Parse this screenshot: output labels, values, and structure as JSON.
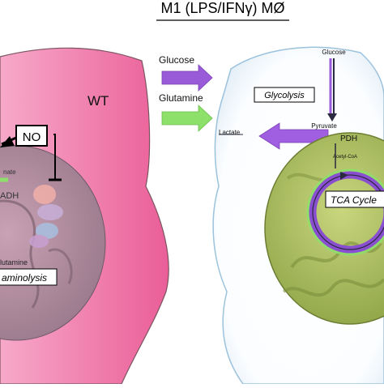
{
  "title": "M1 (LPS/IFNγ) MØ",
  "left_cell": {
    "label": "WT",
    "no_box": "NO",
    "partial_enzyme": "ADH",
    "partial_nate": "nate",
    "partial_glutamine": "lutamine",
    "partial_pathway": "aminolysis"
  },
  "inputs": {
    "glucose": "Glucose",
    "glutamine": "Glutamine"
  },
  "right_cell": {
    "glucose": "Glucose",
    "glycolysis": "Glycolysis",
    "pyruvate": "Pyruvate",
    "lactate": "Lactate",
    "pdh": "PDH",
    "acetyl_coa": "Acetyl-CoA",
    "tca_cycle": "TCA Cycle"
  },
  "colors": {
    "macrophage_pink": "#f07aa8",
    "mitochondria_green": "#b6c866",
    "glucose_purple": "#9a5bd8",
    "glutamine_green": "#8de06a",
    "lactate_purple": "#a05fe0",
    "tca_ring_purple": "#8a4fd0",
    "cell_border_blue": "#b8d8ee"
  }
}
